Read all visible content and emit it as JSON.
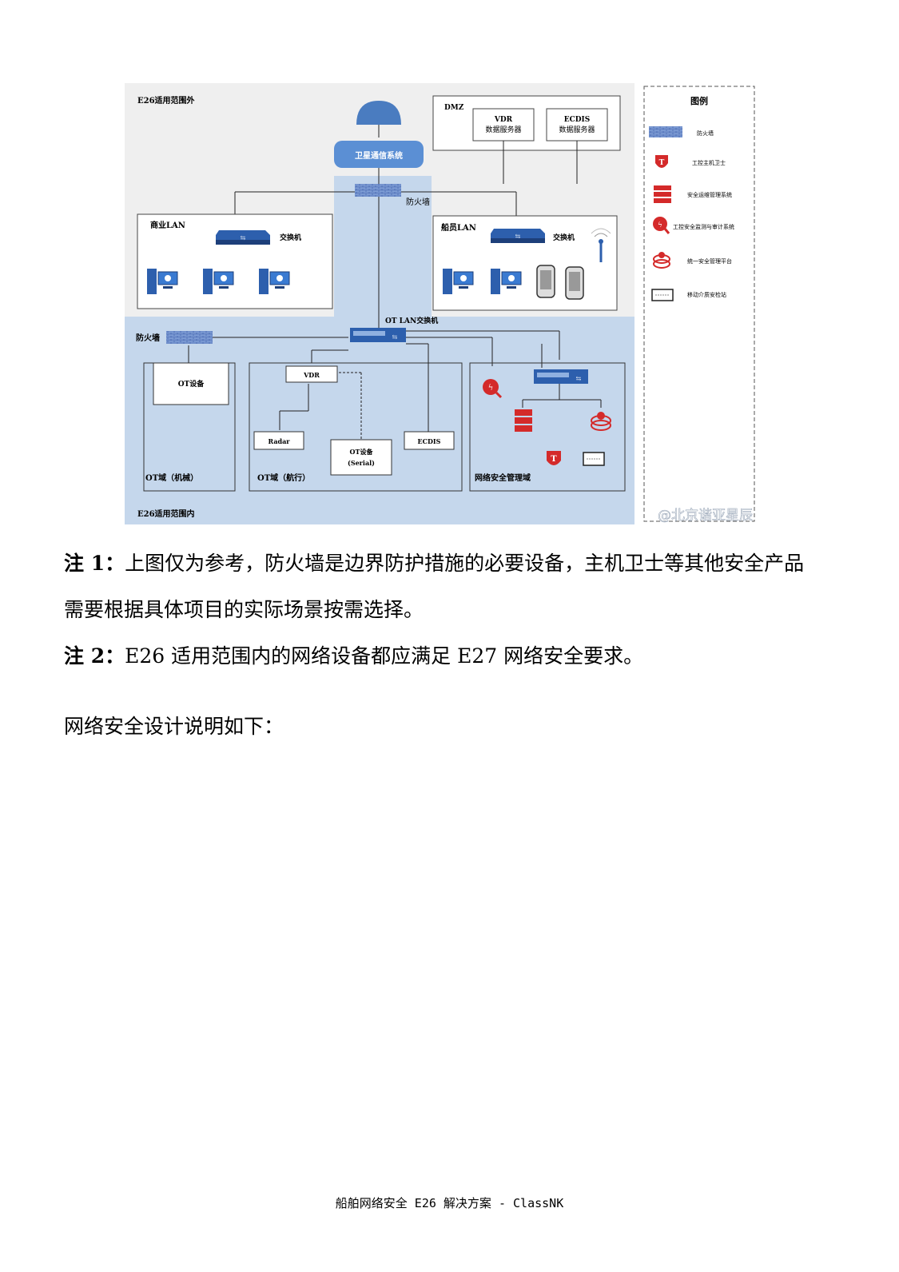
{
  "diagram": {
    "outside_title": "E26适用范围外",
    "inside_title": "E26适用范围内",
    "dmz": {
      "title": "DMZ",
      "vdr_server_line1": "VDR",
      "vdr_server_line2": "数据服务器",
      "ecdis_server_line1": "ECDIS",
      "ecdis_server_line2": "数据服务器"
    },
    "satcom_label": "卫星通信系统",
    "firewall_top_label": "防火墙",
    "commercial_lan": {
      "title": "商业LAN",
      "switch_label": "交换机"
    },
    "crew_lan": {
      "title": "船员LAN",
      "switch_label": "交换机"
    },
    "ot_lan_switch_label": "OT LAN交换机",
    "firewall_left_label": "防火墙",
    "ot_mech": {
      "device_label": "OT设备",
      "title": "OT域（机械）"
    },
    "ot_nav": {
      "vdr_label": "VDR",
      "radar_label": "Radar",
      "ot_serial_line1": "OT设备",
      "ot_serial_line2": "(Serial)",
      "ecdis_label": "ECDIS",
      "title": "OT域（航行）"
    },
    "sec_mgmt_title": "网络安全管理域",
    "watermark": "@北京谐亚星辰",
    "legend": {
      "title": "图例",
      "items": [
        {
          "icon": "firewall-icon",
          "label": "防火墙"
        },
        {
          "icon": "host-guard-icon",
          "label": "工控主机卫士"
        },
        {
          "icon": "ops-mgmt-icon",
          "label": "安全运维管理系统"
        },
        {
          "icon": "audit-icon",
          "label": "工控安全监测与审计系统"
        },
        {
          "icon": "unified-mgmt-icon",
          "label": "统一安全管理平台"
        },
        {
          "icon": "media-check-icon",
          "label": "移动介质安检站"
        }
      ]
    }
  },
  "notes": {
    "note1_label": "注 1：",
    "note1_line1": "上图仅为参考，防火墙是边界防护措施的必要设备，主机卫士等其他安全产品",
    "note1_line2": "需要根据具体项目的实际场景按需选择。",
    "note2_label": "注 2：",
    "note2_text": "E26 适用范围内的网络设备都应满足 E27 网络安全要求。",
    "design_intro": "网络安全设计说明如下："
  },
  "footer": "船舶网络安全 E26 解决方案 - ClassNK",
  "colors": {
    "outside_bg": "#efefef",
    "inside_bg": "#c5d7ec",
    "accent_blue": "#4a7cc0",
    "security_red": "#d42a2a"
  }
}
